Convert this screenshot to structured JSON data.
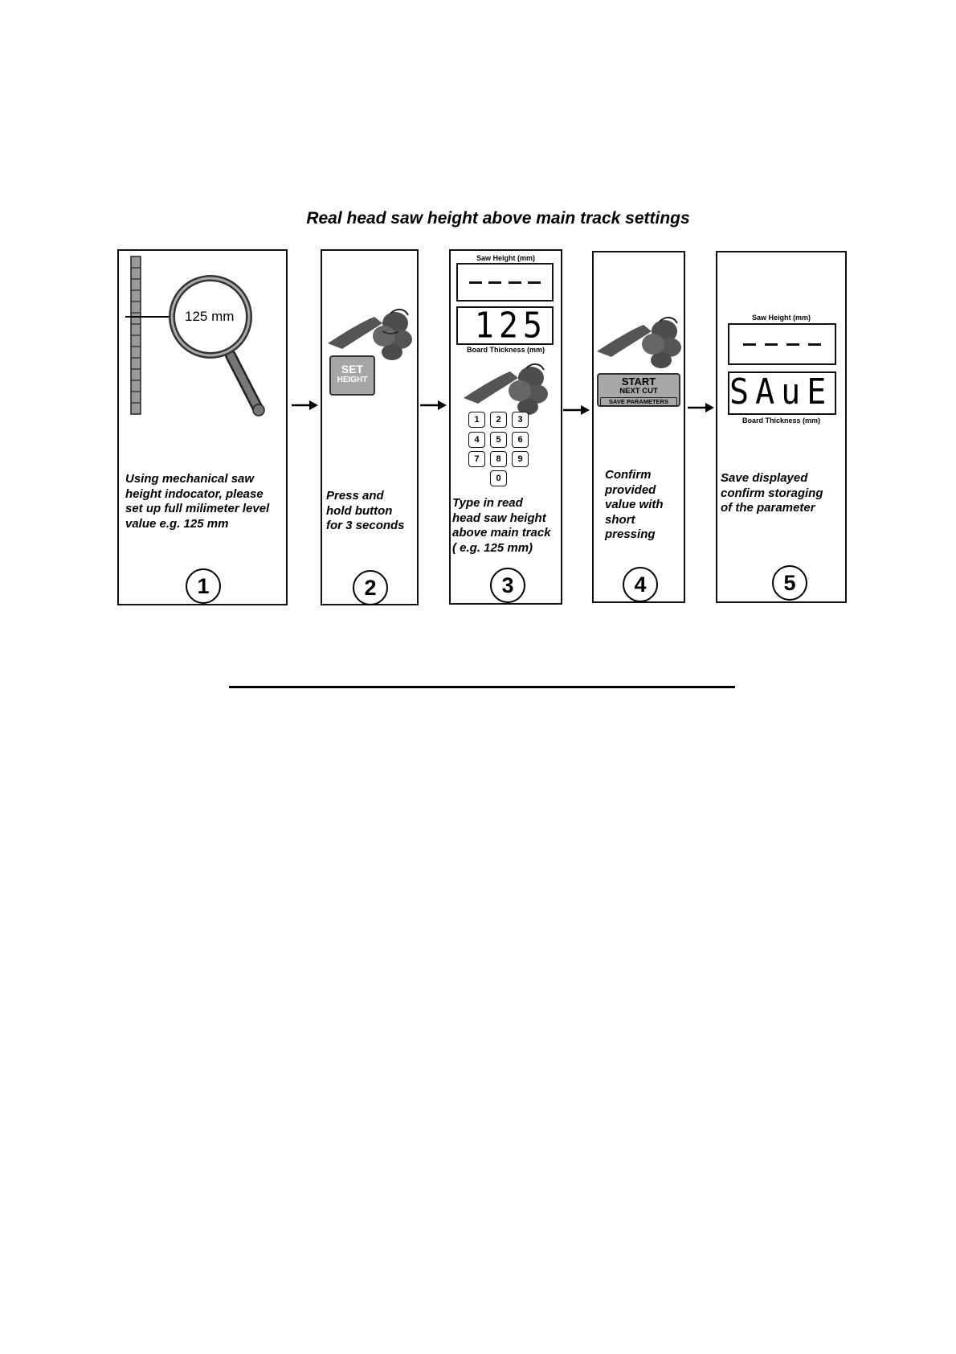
{
  "title": "Real head saw height above main track settings",
  "steps": [
    {
      "number": "1",
      "caption": "Using mechanical saw\nheight indocator, please\nset up full milimeter level\nvalue e.g. 125 mm",
      "reading": "125 mm"
    },
    {
      "number": "2",
      "caption": "Press and\nhold button\nfor 3 seconds",
      "button_line1": "SET",
      "button_line2": "HEIGHT"
    },
    {
      "number": "3",
      "caption": "Type in read\nhead saw height\nabove main track\n( e.g. 125 mm)",
      "display_top_label": "Saw Height (mm)",
      "display_bottom_value": "125",
      "display_bottom_label": "Board Thickness (mm)",
      "keys": [
        "1",
        "2",
        "3",
        "4",
        "5",
        "6",
        "7",
        "8",
        "9",
        "0"
      ]
    },
    {
      "number": "4",
      "caption": "Confirm\nprovided\nvalue with\nshort\npressing",
      "button_line1": "START",
      "button_line2": "NEXT CUT",
      "button_line3": "SAVE PARAMETERS"
    },
    {
      "number": "5",
      "caption": "Save displayed\nconfirm storaging\nof the parameter",
      "display_top_label": "Saw Height (mm)",
      "display_bottom_value": "SAuE",
      "display_bottom_label": "Board Thickness (mm)"
    }
  ],
  "icons": [
    "ruler-icon",
    "magnifier-icon",
    "pointing-hand-icon",
    "arrow-right-icon"
  ]
}
